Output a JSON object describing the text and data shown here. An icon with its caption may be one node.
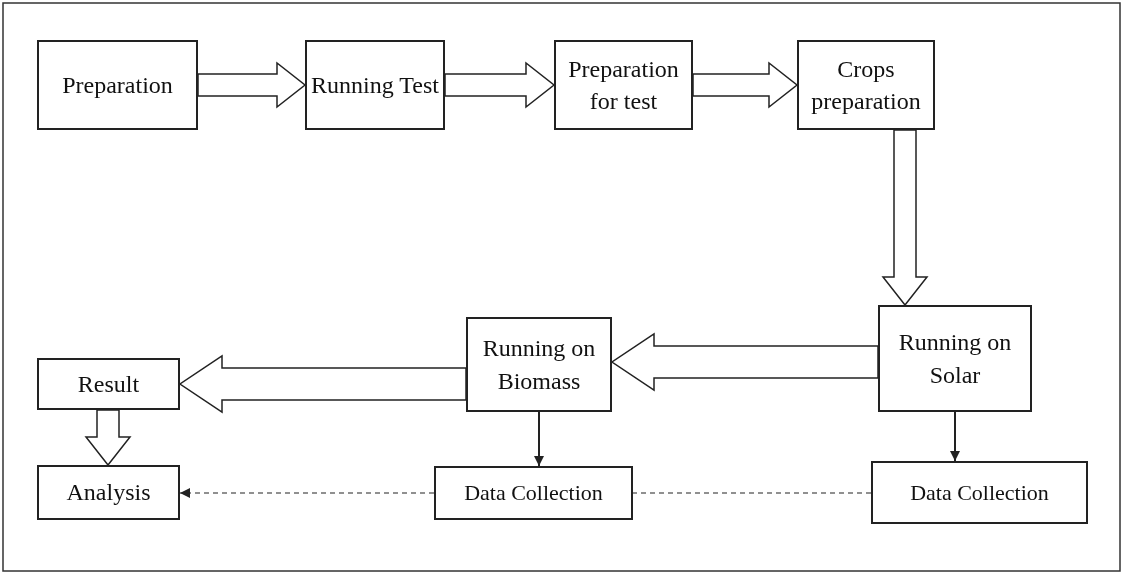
{
  "diagram": {
    "nodes": [
      {
        "text": [
          "Preparation"
        ]
      },
      {
        "text": [
          "Running Test"
        ]
      },
      {
        "text": [
          "Preparation for test"
        ]
      },
      {
        "text": [
          "Crops preparation"
        ]
      },
      {
        "text": [
          "Running on Solar"
        ]
      },
      {
        "text": [
          "Running on Biomass"
        ]
      },
      {
        "text": [
          "Result"
        ]
      },
      {
        "text": [
          "Analysis"
        ]
      },
      {
        "text": [
          "Data Collection"
        ]
      },
      {
        "text": [
          "Data Collection"
        ]
      }
    ],
    "edges": [
      {
        "from": 0,
        "to": 1,
        "arrow": "to",
        "style": "thick"
      },
      {
        "from": 1,
        "to": 2,
        "arrow": "to",
        "style": "thick"
      },
      {
        "from": 2,
        "to": 3,
        "arrow": "to",
        "style": "thick"
      },
      {
        "from": 3,
        "to": 4,
        "arrow": "to",
        "style": "thick"
      },
      {
        "from": 4,
        "to": 5,
        "arrow": "to",
        "style": "thick"
      },
      {
        "from": 5,
        "to": 6,
        "arrow": "to",
        "style": "thick"
      },
      {
        "from": 6,
        "to": 7,
        "arrow": "to",
        "style": "thick"
      },
      {
        "from": 5,
        "to": 8,
        "arrow": "to"
      },
      {
        "from": 4,
        "to": 9,
        "arrow": "to"
      },
      {
        "from": 9,
        "to": 8,
        "arrow": "none",
        "style": "dashed"
      },
      {
        "from": 8,
        "to": 7,
        "arrow": "to",
        "style": "dashed"
      }
    ]
  }
}
